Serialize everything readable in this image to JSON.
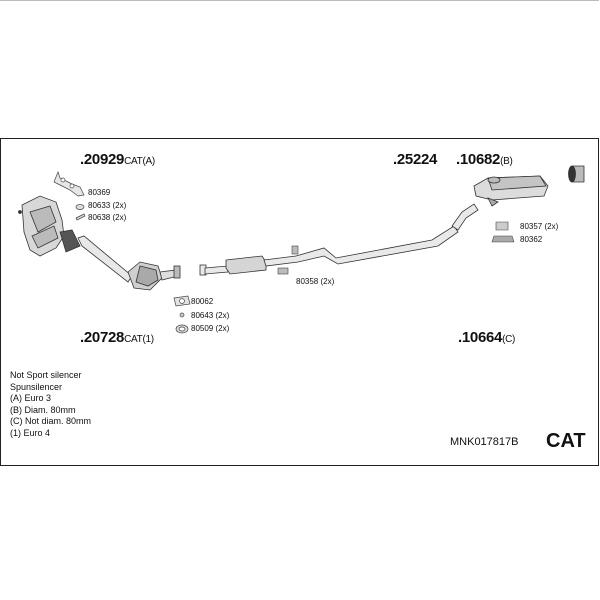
{
  "parts": {
    "p20929": {
      "number": ".20929",
      "suffix": "CAT(A)"
    },
    "p25224": {
      "number": ".25224",
      "suffix": ""
    },
    "p10682": {
      "number": ".10682",
      "suffix": "(B)"
    },
    "p20728": {
      "number": ".20728",
      "suffix": "CAT(1)"
    },
    "p10664": {
      "number": ".10664",
      "suffix": "(C)"
    }
  },
  "fittings": {
    "f80369": "80369",
    "f80633": "80633 (2x)",
    "f80638": "80638 (2x)",
    "f80357": "80357 (2x)",
    "f80362": "80362",
    "f80358": "80358 (2x)",
    "f80062": "80062",
    "f80643": "80643 (2x)",
    "f80509": "80509 (2x)"
  },
  "notes": [
    "Not Sport silencer",
    "Spunsilencer",
    "(A) Euro 3",
    "(B) Diam. 80mm",
    "(C) Not diam. 80mm",
    "(1) Euro 4"
  ],
  "code": "MNK017817B",
  "badge": "CAT"
}
